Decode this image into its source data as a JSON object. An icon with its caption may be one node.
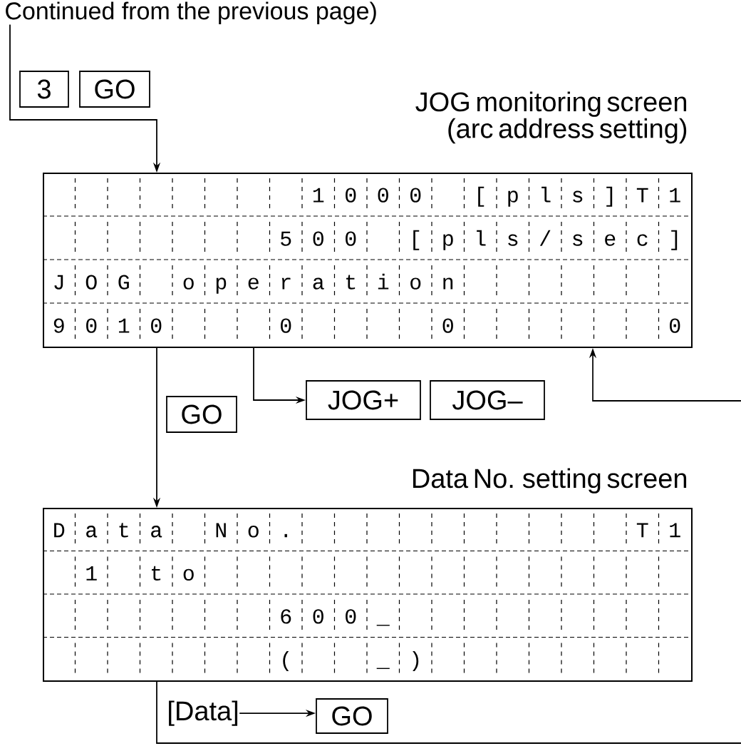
{
  "diagram": {
    "nodes": [
      {
        "text": [
          "Continued from the previous page)"
        ]
      },
      {
        "text": [
          "3"
        ]
      },
      {
        "text": [
          "GO"
        ]
      },
      {
        "text": [
          "JOG monitoring screen (arc address setting)",
          "1",
          "0",
          "0",
          "0",
          "[",
          "p",
          "l",
          "s",
          "]",
          "T",
          "1",
          "5",
          "0",
          "0",
          "[",
          "p",
          "l",
          "s",
          "/",
          "s",
          "e",
          "c",
          "]",
          "J",
          "O",
          "G",
          "o",
          "p",
          "e",
          "r",
          "a",
          "t",
          "i",
          "o",
          "n",
          "9",
          "0",
          "1",
          "0",
          "0",
          "0",
          "0"
        ]
      },
      {
        "text": [
          "GO"
        ]
      },
      {
        "text": [
          "JOG+"
        ]
      },
      {
        "text": [
          "JOG–"
        ]
      },
      {
        "text": [
          "Data No. setting screen",
          "D",
          "a",
          "t",
          "a",
          "N",
          "o",
          ".",
          "T",
          "1",
          "1",
          "t",
          "o",
          "6",
          "0",
          "0",
          "_",
          "(",
          "_",
          ")"
        ]
      },
      {
        "text": [
          "[Data]"
        ]
      },
      {
        "text": [
          "GO"
        ]
      }
    ],
    "edges": [
      {
        "from": 0,
        "to": 3,
        "arrow": "to"
      },
      {
        "from": 3,
        "to": 7,
        "arrow": "to"
      },
      {
        "from": 3,
        "to": 5,
        "arrow": "to"
      },
      {
        "from": null,
        "to": 3,
        "arrow": "to"
      },
      {
        "from": 8,
        "to": 9,
        "arrow": "to"
      },
      {
        "from": 7,
        "to": null,
        "arrow": "none"
      }
    ]
  }
}
